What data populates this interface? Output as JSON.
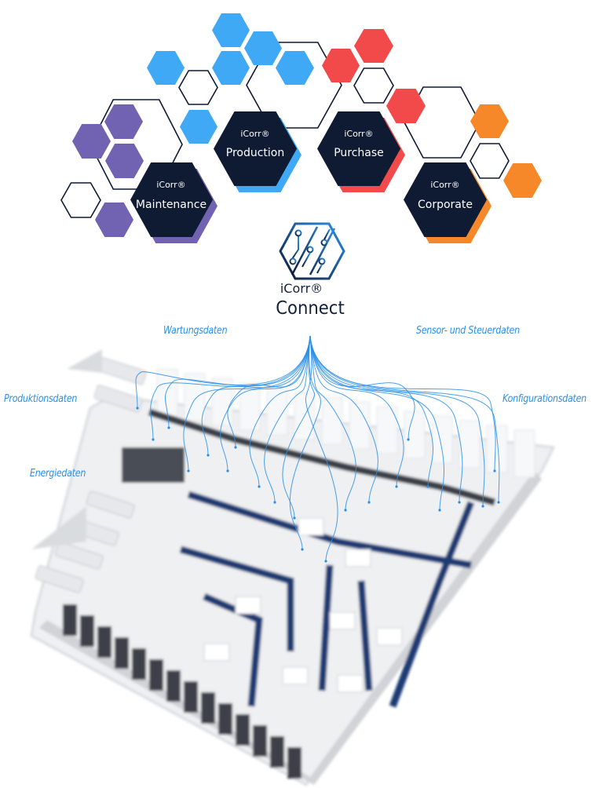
{
  "colors": {
    "dark_navy": "#0f1a33",
    "blue": "#3fa9f5",
    "red": "#f24a4a",
    "orange": "#f7882a",
    "purple": "#7163b2",
    "flow_line": "#2b8fe8"
  },
  "modules": [
    {
      "brand": "iCorr®",
      "name": "Production",
      "accent": "blue"
    },
    {
      "brand": "iCorr®",
      "name": "Purchase",
      "accent": "red"
    },
    {
      "brand": "iCorr®",
      "name": "Maintenance",
      "accent": "purple"
    },
    {
      "brand": "iCorr®",
      "name": "Corporate",
      "accent": "orange"
    }
  ],
  "hub": {
    "icon": "circuit-hexagon-icon",
    "brand": "iCorr®",
    "name": "Connect"
  },
  "data_flows": [
    "Wartungsdaten",
    "Sensor- und Steuerdaten",
    "Produktionsdaten",
    "Konfigurationsdaten",
    "Energiedaten"
  ]
}
